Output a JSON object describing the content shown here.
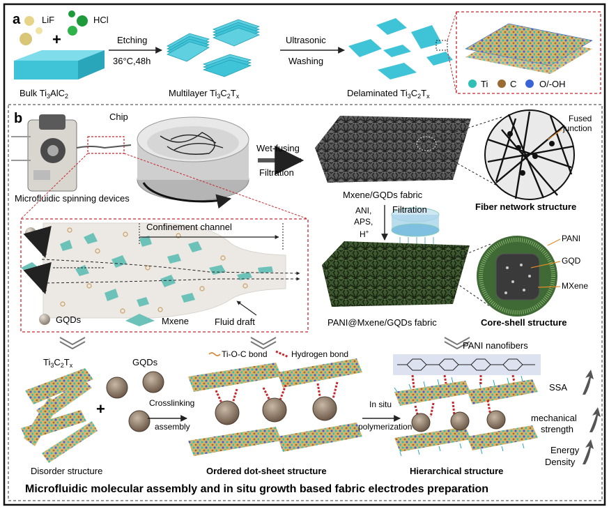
{
  "panel_a": {
    "letter": "a",
    "reagent_lif": "LiF",
    "reagent_hcl": "HCl",
    "plus": "+",
    "bulk_label_main": "Bulk Ti",
    "bulk_label_sub1": "3",
    "bulk_label_mid": "AlC",
    "bulk_label_sub2": "2",
    "step1_top": "Etching",
    "step1_bottom": "36°C,48h",
    "multi_label_main": "Multilayer Ti",
    "multi_label_sub1": "3",
    "multi_label_mid": "C",
    "multi_label_sub2": "2",
    "multi_label_end": "T",
    "multi_label_sub3": "x",
    "step2_top": "Ultrasonic",
    "step2_bottom": "Washing",
    "delam_label_main": "Delaminated Ti",
    "delam_label_sub1": "3",
    "delam_label_mid": "C",
    "delam_label_sub2": "2",
    "delam_label_end": "T",
    "delam_label_sub3": "x",
    "legend_ti": "Ti",
    "legend_c": "C",
    "legend_o": "O/-OH"
  },
  "panel_b": {
    "letter": "b",
    "chip_label": "Chip",
    "device_label": "Microfluidic spinning devices",
    "wet_fusing": "Wet-fusing",
    "filtration": "Filtration",
    "mxene_fabric": "Mxene/GQDs  fabric",
    "fused_junction_1": "Fused",
    "fused_junction_2": "junction",
    "fiber_network": "Fiber network structure",
    "reagents_1": "ANI,",
    "reagents_2": "APS,",
    "reagents_3": "H",
    "reagents_3_sup": "+",
    "filtration_2": "Filtration",
    "confinement_channel": "Confinement channel",
    "gqds_legend": "GQDs",
    "mxene_legend": "Mxene",
    "fluid_draft": "Fluid draft",
    "pani_fabric": "PANI@Mxene/GQDs  fabric",
    "core_shell": "Core-shell structure",
    "cs_pani": "PANI",
    "cs_gqd": "GQD",
    "cs_mxene": "MXene",
    "ti3c2tx_main": "Ti",
    "ti3c2tx_sub1": "3",
    "ti3c2tx_mid": "C",
    "ti3c2tx_sub2": "2",
    "ti3c2tx_end": "T",
    "ti3c2tx_sub3": "x",
    "gqds_label": "GQDs",
    "crosslinking_1": "Crosslinking",
    "crosslinking_2": "assembly",
    "disorder": "Disorder structure",
    "tioc_bond": "Ti-O-C bond",
    "hydrogen_bond": "Hydrogen bond",
    "ordered": "Ordered dot-sheet structure",
    "insitu_1": "In situ",
    "insitu_2": "polymerization",
    "pani_nanofibers": "PANI nanofibers",
    "hierarchical": "Hierarchical structure",
    "ssa": "SSA",
    "mech_1": "mechanical",
    "mech_2": "strength",
    "energy_1": "Energy",
    "energy_2": "Density",
    "bottom_title": "Microfluidic molecular assembly and in situ growth based fabric electrodes preparation"
  },
  "colors": {
    "mxene": "#3fc3d6",
    "titanium": "#2fbfb5",
    "carbon": "#9a6a33",
    "oxygen": "#3a63d8",
    "gqd": "#8a7766",
    "dashed_red": "#c8262c",
    "fabric_gray": "#4a4a4a",
    "fabric_green": "#2c3f24"
  }
}
